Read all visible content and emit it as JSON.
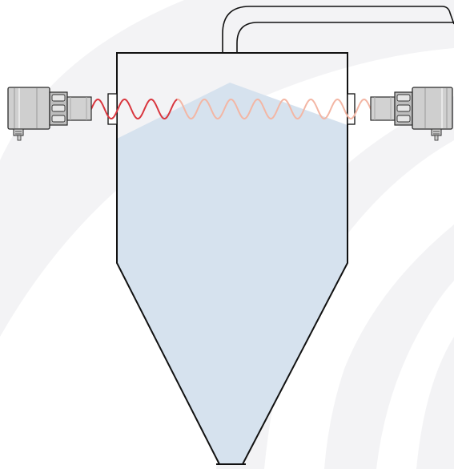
{
  "colors": {
    "background_swoosh": "#f2f2f4",
    "fill_material": "#d6e2ee",
    "vessel_outline": "#111111",
    "wave_emitted": "#d9363e",
    "wave_transmitted": "#f3b6a4",
    "sensor_body": "#d4d4d4",
    "sensor_dark": "#9a9a9a"
  },
  "diagram": {
    "description_items": [
      "silo-vessel",
      "bulk-material-fill",
      "inlet-pipe",
      "microwave-transmitter-sensor-left",
      "microwave-receiver-sensor-right",
      "microwave-beam"
    ],
    "wave_cycles_emitted": 3,
    "wave_cycles_transmitted": 7
  }
}
